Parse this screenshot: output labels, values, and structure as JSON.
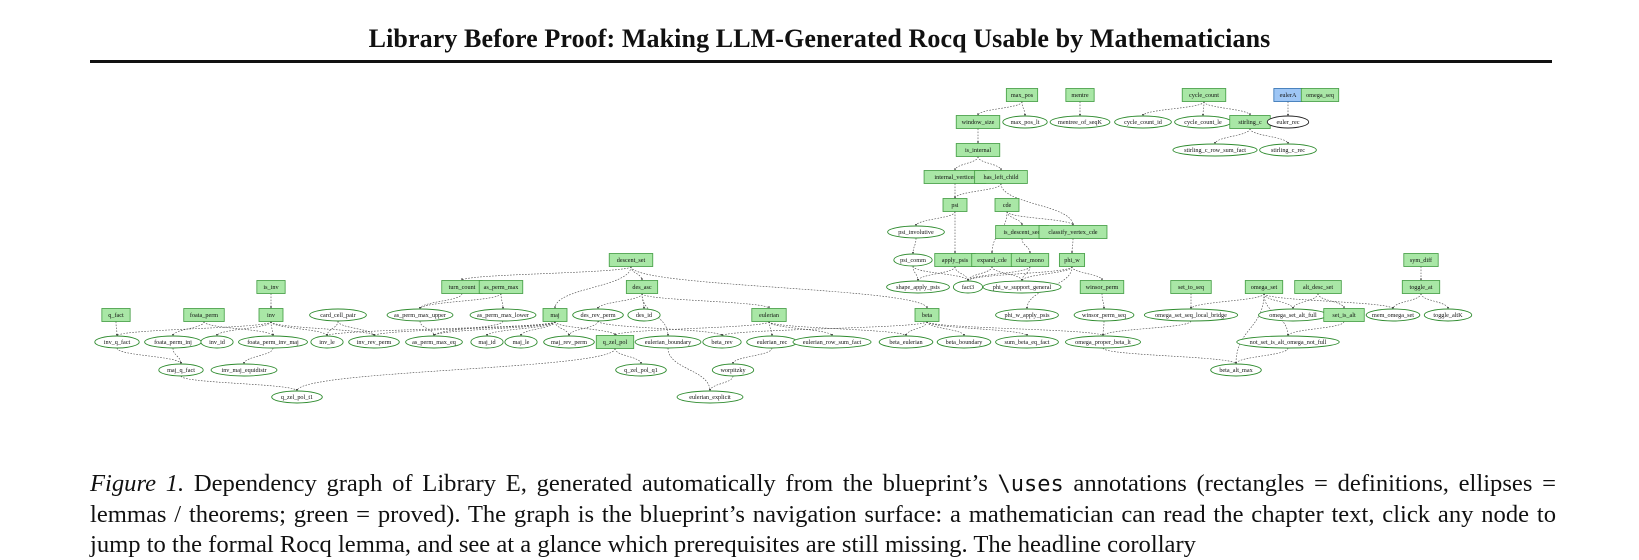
{
  "header": {
    "title": "Library Before Proof: Making LLM-Generated Rocq Usable by Mathematicians"
  },
  "colors": {
    "proved": "#a9e7a6",
    "proved_border": "#3f9a3f",
    "lemma_border": "#2e8b2e",
    "highlight": "#9ec6f5",
    "highlight_border": "#2b6cb0",
    "edge": "#444444"
  },
  "graph": {
    "nodes": [
      {
        "id": "max_pos",
        "label": "max_pos",
        "shape": "rect"
      },
      {
        "id": "mentre",
        "label": "mentre",
        "shape": "rect"
      },
      {
        "id": "cycle_count",
        "label": "cycle_count",
        "shape": "rect"
      },
      {
        "id": "eulerA",
        "label": "eulerA",
        "shape": "rect",
        "style": "blue"
      },
      {
        "id": "omega_seq",
        "label": "omega_seq",
        "shape": "rect"
      },
      {
        "id": "window_size",
        "label": "window_size",
        "shape": "rect"
      },
      {
        "id": "max_pos_lt",
        "label": "max_pos_lt",
        "shape": "ellipse"
      },
      {
        "id": "mentree_of_seqK",
        "label": "mentree_of_seqK",
        "shape": "ellipse"
      },
      {
        "id": "cycle_count_id",
        "label": "cycle_count_id",
        "shape": "ellipse"
      },
      {
        "id": "cycle_count_le",
        "label": "cycle_count_le",
        "shape": "ellipse"
      },
      {
        "id": "stirling_c",
        "label": "stirling_c",
        "shape": "rect"
      },
      {
        "id": "euler_rec",
        "label": "euler_rec",
        "shape": "ellipse",
        "style": "black"
      },
      {
        "id": "is_internal",
        "label": "is_internal",
        "shape": "rect"
      },
      {
        "id": "stirling_c_row_sum_fact",
        "label": "stirling_c_row_sum_fact",
        "shape": "ellipse"
      },
      {
        "id": "stirling_c_rec",
        "label": "stirling_c_rec",
        "shape": "ellipse"
      },
      {
        "id": "internal_vertices",
        "label": "internal_vertices",
        "shape": "rect"
      },
      {
        "id": "has_left_child",
        "label": "has_left_child",
        "shape": "rect"
      },
      {
        "id": "psi",
        "label": "psi",
        "shape": "rect"
      },
      {
        "id": "cde",
        "label": "cde",
        "shape": "rect"
      },
      {
        "id": "psi_involutive",
        "label": "psi_involutive",
        "shape": "ellipse"
      },
      {
        "id": "is_descent_seq",
        "label": "is_descent_seq",
        "shape": "rect"
      },
      {
        "id": "classify_vertex_cde",
        "label": "classify_vertex_cde",
        "shape": "rect"
      },
      {
        "id": "psi_comm",
        "label": "psi_comm",
        "shape": "ellipse"
      },
      {
        "id": "apply_psis",
        "label": "apply_psis",
        "shape": "rect"
      },
      {
        "id": "expand_cde",
        "label": "expand_cde",
        "shape": "rect"
      },
      {
        "id": "char_mono",
        "label": "char_mono",
        "shape": "rect"
      },
      {
        "id": "phi_w",
        "label": "phi_w",
        "shape": "rect"
      },
      {
        "id": "descent_set",
        "label": "descent_set",
        "shape": "rect"
      },
      {
        "id": "shape_apply_psis",
        "label": "shape_apply_psis",
        "shape": "ellipse"
      },
      {
        "id": "fact3",
        "label": "fact3",
        "shape": "ellipse"
      },
      {
        "id": "phi_w_support_general",
        "label": "phi_w_support_general",
        "shape": "ellipse"
      },
      {
        "id": "winsor_perm",
        "label": "winsor_perm",
        "shape": "rect"
      },
      {
        "id": "set_to_seq",
        "label": "set_to_seq",
        "shape": "rect"
      },
      {
        "id": "omega_set",
        "label": "omega_set",
        "shape": "rect"
      },
      {
        "id": "alt_desc_set",
        "label": "alt_desc_set",
        "shape": "rect"
      },
      {
        "id": "sym_diff",
        "label": "sym_diff",
        "shape": "rect"
      },
      {
        "id": "is_inv",
        "label": "is_inv",
        "shape": "rect"
      },
      {
        "id": "turn_count",
        "label": "turn_count",
        "shape": "rect"
      },
      {
        "id": "as_perm_max",
        "label": "as_perm_max",
        "shape": "rect"
      },
      {
        "id": "des_asc",
        "label": "des_asc",
        "shape": "rect"
      },
      {
        "id": "toggle_at",
        "label": "toggle_at",
        "shape": "rect"
      },
      {
        "id": "q_fact",
        "label": "q_fact",
        "shape": "rect"
      },
      {
        "id": "foata_perm",
        "label": "foata_perm",
        "shape": "rect"
      },
      {
        "id": "inv",
        "label": "inv",
        "shape": "rect"
      },
      {
        "id": "card_cell_pair",
        "label": "card_cell_pair",
        "shape": "ellipse"
      },
      {
        "id": "as_perm_max_upper",
        "label": "as_perm_max_upper",
        "shape": "ellipse"
      },
      {
        "id": "as_perm_max_lower",
        "label": "as_perm_max_lower",
        "shape": "ellipse"
      },
      {
        "id": "maj",
        "label": "maj",
        "shape": "rect"
      },
      {
        "id": "des_rev_perm",
        "label": "des_rev_perm",
        "shape": "ellipse"
      },
      {
        "id": "des_id",
        "label": "des_id",
        "shape": "ellipse"
      },
      {
        "id": "eulerian",
        "label": "eulerian",
        "shape": "rect"
      },
      {
        "id": "beta",
        "label": "beta",
        "shape": "rect"
      },
      {
        "id": "phi_w_apply_psis",
        "label": "phi_w_apply_psis",
        "shape": "ellipse"
      },
      {
        "id": "winsor_perm_seq",
        "label": "winsor_perm_seq",
        "shape": "ellipse"
      },
      {
        "id": "omega_set_seq_local_bridge",
        "label": "omega_set_seq_local_bridge",
        "shape": "ellipse"
      },
      {
        "id": "omega_set_alt_full",
        "label": "omega_set_alt_full",
        "shape": "ellipse"
      },
      {
        "id": "set_is_alt",
        "label": "set_is_alt",
        "shape": "rect"
      },
      {
        "id": "mem_omega_set",
        "label": "mem_omega_set",
        "shape": "ellipse"
      },
      {
        "id": "toggle_altK",
        "label": "toggle_altK",
        "shape": "ellipse"
      },
      {
        "id": "inv_q_fact",
        "label": "inv_q_fact",
        "shape": "ellipse"
      },
      {
        "id": "foata_perm_inj",
        "label": "foata_perm_inj",
        "shape": "ellipse"
      },
      {
        "id": "inv_id",
        "label": "inv_id",
        "shape": "ellipse"
      },
      {
        "id": "foata_perm_inv_maj",
        "label": "foata_perm_inv_maj",
        "shape": "ellipse"
      },
      {
        "id": "inv_le",
        "label": "inv_le",
        "shape": "ellipse"
      },
      {
        "id": "inv_rev_perm",
        "label": "inv_rev_perm",
        "shape": "ellipse"
      },
      {
        "id": "as_perm_max_eq",
        "label": "as_perm_max_eq",
        "shape": "ellipse"
      },
      {
        "id": "maj_id",
        "label": "maj_id",
        "shape": "ellipse"
      },
      {
        "id": "maj_le",
        "label": "maj_le",
        "shape": "ellipse"
      },
      {
        "id": "maj_rev_perm",
        "label": "maj_rev_perm",
        "shape": "ellipse"
      },
      {
        "id": "q_zel_pol",
        "label": "q_zel_pol",
        "shape": "rect"
      },
      {
        "id": "eulerian_boundary",
        "label": "eulerian_boundary",
        "shape": "ellipse"
      },
      {
        "id": "beta_rev",
        "label": "beta_rev",
        "shape": "ellipse"
      },
      {
        "id": "eulerian_rec",
        "label": "eulerian_rec",
        "shape": "ellipse"
      },
      {
        "id": "eulerian_row_sum_fact",
        "label": "eulerian_row_sum_fact",
        "shape": "ellipse"
      },
      {
        "id": "beta_eulerian",
        "label": "beta_eulerian",
        "shape": "ellipse"
      },
      {
        "id": "beta_boundary",
        "label": "beta_boundary",
        "shape": "ellipse"
      },
      {
        "id": "sum_beta_eq_fact",
        "label": "sum_beta_eq_fact",
        "shape": "ellipse"
      },
      {
        "id": "omega_proper_beta_lt",
        "label": "omega_proper_beta_lt",
        "shape": "ellipse"
      },
      {
        "id": "not_set_is_alt_omega_not_full",
        "label": "not_set_is_alt_omega_not_full",
        "shape": "ellipse"
      },
      {
        "id": "maj_q_fact",
        "label": "maj_q_fact",
        "shape": "ellipse"
      },
      {
        "id": "inv_maj_equidistr",
        "label": "inv_maj_equidistr",
        "shape": "ellipse"
      },
      {
        "id": "q_zel_pol_q1",
        "label": "q_zel_pol_q1",
        "shape": "ellipse"
      },
      {
        "id": "worpitzky",
        "label": "worpitzky",
        "shape": "ellipse"
      },
      {
        "id": "beta_alt_max",
        "label": "beta_alt_max",
        "shape": "ellipse"
      },
      {
        "id": "q_zel_pol_t1",
        "label": "q_zel_pol_t1",
        "shape": "ellipse"
      },
      {
        "id": "eulerian_explicit",
        "label": "eulerian_explicit",
        "shape": "ellipse"
      }
    ],
    "edges": [
      [
        "max_pos",
        "max_pos_lt"
      ],
      [
        "max_pos",
        "window_size"
      ],
      [
        "mentre",
        "mentree_of_seqK"
      ],
      [
        "cycle_count",
        "cycle_count_id"
      ],
      [
        "cycle_count",
        "cycle_count_le"
      ],
      [
        "cycle_count",
        "stirling_c"
      ],
      [
        "eulerA",
        "euler_rec"
      ],
      [
        "stirling_c",
        "stirling_c_row_sum_fact"
      ],
      [
        "stirling_c",
        "stirling_c_rec"
      ],
      [
        "window_size",
        "is_internal"
      ],
      [
        "is_internal",
        "internal_vertices"
      ],
      [
        "is_internal",
        "has_left_child"
      ],
      [
        "internal_vertices",
        "psi"
      ],
      [
        "has_left_child",
        "psi"
      ],
      [
        "has_left_child",
        "classify_vertex_cde"
      ],
      [
        "psi",
        "psi_involutive"
      ],
      [
        "psi",
        "apply_psis"
      ],
      [
        "psi_involutive",
        "psi_comm"
      ],
      [
        "cde",
        "is_descent_seq"
      ],
      [
        "cde",
        "classify_vertex_cde"
      ],
      [
        "cde",
        "expand_cde"
      ],
      [
        "classify_vertex_cde",
        "phi_w"
      ],
      [
        "is_descent_seq",
        "char_mono"
      ],
      [
        "psi_comm",
        "shape_apply_psis"
      ],
      [
        "psi_comm",
        "fact3"
      ],
      [
        "apply_psis",
        "shape_apply_psis"
      ],
      [
        "apply_psis",
        "fact3"
      ],
      [
        "expand_cde",
        "fact3"
      ],
      [
        "expand_cde",
        "phi_w_support_general"
      ],
      [
        "char_mono",
        "fact3"
      ],
      [
        "char_mono",
        "phi_w_support_general"
      ],
      [
        "phi_w",
        "phi_w_support_general"
      ],
      [
        "phi_w",
        "phi_w_apply_psis"
      ],
      [
        "phi_w",
        "winsor_perm"
      ],
      [
        "phi_w",
        "fact3"
      ],
      [
        "winsor_perm",
        "winsor_perm_seq"
      ],
      [
        "winsor_perm_seq",
        "omega_proper_beta_lt"
      ],
      [
        "set_to_seq",
        "omega_set_seq_local_bridge"
      ],
      [
        "omega_set",
        "omega_set_seq_local_bridge"
      ],
      [
        "omega_set",
        "omega_set_alt_full"
      ],
      [
        "omega_set",
        "mem_omega_set"
      ],
      [
        "omega_set",
        "not_set_is_alt_omega_not_full"
      ],
      [
        "omega_set",
        "beta_alt_max"
      ],
      [
        "alt_desc_set",
        "omega_set_alt_full"
      ],
      [
        "alt_desc_set",
        "set_is_alt"
      ],
      [
        "set_is_alt",
        "not_set_is_alt_omega_not_full"
      ],
      [
        "sym_diff",
        "toggle_at"
      ],
      [
        "toggle_at",
        "mem_omega_set"
      ],
      [
        "toggle_at",
        "toggle_altK"
      ],
      [
        "omega_set_seq_local_bridge",
        "omega_proper_beta_lt"
      ],
      [
        "not_set_is_alt_omega_not_full",
        "beta_alt_max"
      ],
      [
        "omega_proper_beta_lt",
        "beta_alt_max"
      ],
      [
        "descent_set",
        "turn_count"
      ],
      [
        "descent_set",
        "des_asc"
      ],
      [
        "descent_set",
        "maj"
      ],
      [
        "descent_set",
        "beta"
      ],
      [
        "turn_count",
        "as_perm_max_upper"
      ],
      [
        "as_perm_max",
        "as_perm_max_lower"
      ],
      [
        "as_perm_max",
        "as_perm_max_upper"
      ],
      [
        "as_perm_max_upper",
        "as_perm_max_eq"
      ],
      [
        "as_perm_max_lower",
        "as_perm_max_eq"
      ],
      [
        "des_asc",
        "des_id"
      ],
      [
        "des_asc",
        "des_rev_perm"
      ],
      [
        "des_asc",
        "eulerian"
      ],
      [
        "des_asc",
        "eulerian_boundary"
      ],
      [
        "is_inv",
        "inv"
      ],
      [
        "inv",
        "inv_id"
      ],
      [
        "inv",
        "inv_le"
      ],
      [
        "inv",
        "inv_rev_perm"
      ],
      [
        "inv",
        "foata_perm_inv_maj"
      ],
      [
        "inv",
        "inv_q_fact"
      ],
      [
        "q_fact",
        "inv_q_fact"
      ],
      [
        "foata_perm",
        "foata_perm_inj"
      ],
      [
        "foata_perm",
        "foata_perm_inv_maj"
      ],
      [
        "card_cell_pair",
        "inv_le"
      ],
      [
        "card_cell_pair",
        "inv_rev_perm"
      ],
      [
        "maj",
        "maj_id"
      ],
      [
        "maj",
        "maj_le"
      ],
      [
        "maj",
        "maj_rev_perm"
      ],
      [
        "maj",
        "q_zel_pol"
      ],
      [
        "maj",
        "as_perm_max_eq"
      ],
      [
        "maj",
        "inv_rev_perm"
      ],
      [
        "maj",
        "inv_le"
      ],
      [
        "des_rev_perm",
        "maj_rev_perm"
      ],
      [
        "des_rev_perm",
        "beta_rev"
      ],
      [
        "eulerian",
        "eulerian_rec"
      ],
      [
        "eulerian",
        "eulerian_row_sum_fact"
      ],
      [
        "eulerian",
        "beta_eulerian"
      ],
      [
        "eulerian",
        "q_zel_pol"
      ],
      [
        "beta",
        "beta_rev"
      ],
      [
        "beta",
        "beta_boundary"
      ],
      [
        "beta",
        "beta_eulerian"
      ],
      [
        "beta",
        "sum_beta_eq_fact"
      ],
      [
        "beta",
        "omega_proper_beta_lt"
      ],
      [
        "inv_q_fact",
        "maj_q_fact"
      ],
      [
        "foata_perm_inj",
        "maj_q_fact"
      ],
      [
        "foata_perm_inv_maj",
        "inv_maj_equidistr"
      ],
      [
        "maj_q_fact",
        "q_zel_pol_t1"
      ],
      [
        "q_zel_pol",
        "q_zel_pol_q1"
      ],
      [
        "q_zel_pol",
        "q_zel_pol_t1"
      ],
      [
        "eulerian_rec",
        "worpitzky"
      ],
      [
        "worpitzky",
        "eulerian_explicit"
      ],
      [
        "eulerian_boundary",
        "eulerian_explicit"
      ]
    ]
  },
  "caption": {
    "label": "Figure 1.",
    "text_part1": "Dependency graph of Library E, generated automatically from the blueprint’s",
    "code": "\\uses",
    "text_part2": "annotations (rectangles = definitions, ellipses = lemmas / theorems; green = proved). The graph is the blueprint’s navigation surface: a mathematician can read the chapter text, click any node to jump to the formal Rocq lemma, and see at a glance which prerequisites are still missing. The headline corollary"
  }
}
